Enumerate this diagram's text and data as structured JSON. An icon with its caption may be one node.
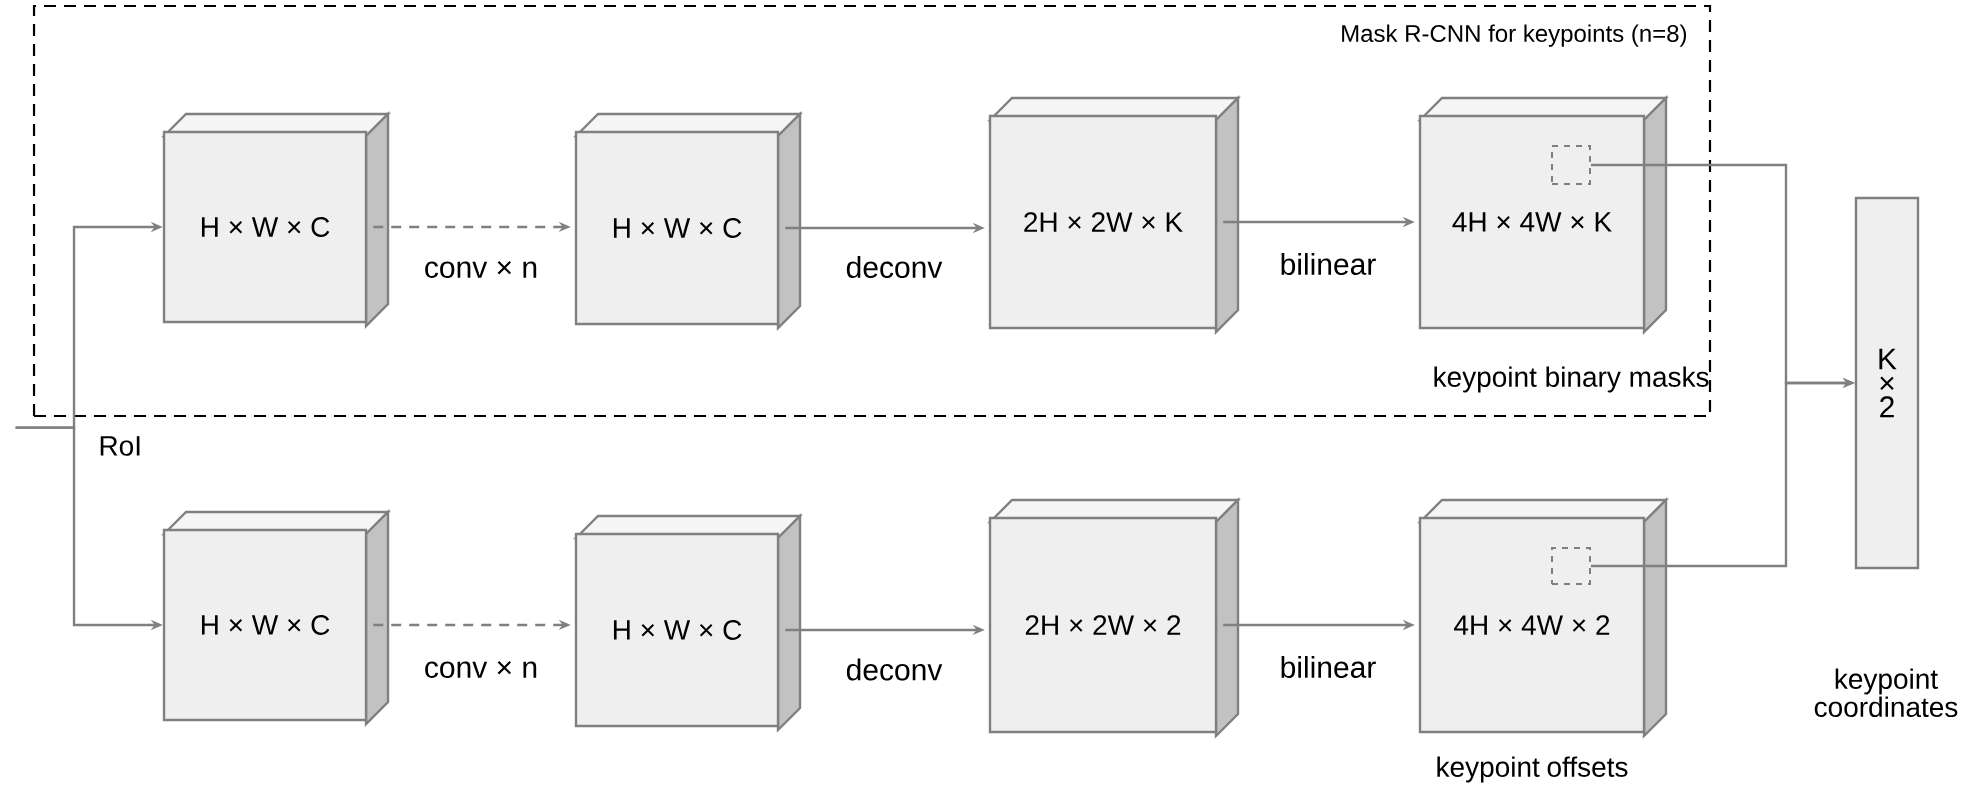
{
  "diagram": {
    "nodes": [
      {
        "text": [
          "Mask R-CNN for keypoints (n=8)"
        ]
      },
      {
        "text": [
          "H × W × C"
        ],
        "in": 0
      },
      {
        "text": [
          "H × W × C"
        ],
        "in": 0
      },
      {
        "text": [
          "2H × 2W × K"
        ],
        "in": 0
      },
      {
        "text": [
          "4H × 4W × K"
        ],
        "in": 0,
        "beside": [
          "keypoint binary masks"
        ]
      },
      {
        "text": [],
        "shape": "box",
        "in": 4
      },
      {
        "text": [
          "H × W × C"
        ]
      },
      {
        "text": [
          "H × W × C"
        ]
      },
      {
        "text": [
          "2H × 2W × 2"
        ]
      },
      {
        "text": [
          "4H × 4W × 2"
        ],
        "beside": [
          "keypoint offsets"
        ]
      },
      {
        "text": [],
        "shape": "box",
        "in": 9
      },
      {
        "text": [
          "K × 2"
        ],
        "beside": [
          "keypoint coordinates"
        ]
      },
      {
        "text": [
          "RoI"
        ]
      }
    ],
    "edges": [
      {
        "from": 12,
        "to": 1,
        "arrow": "to"
      },
      {
        "from": 12,
        "to": 6,
        "arrow": "to"
      },
      {
        "from": 1,
        "to": 2,
        "arrow": "to",
        "label": "conv × n",
        "style": "dashed"
      },
      {
        "from": 2,
        "to": 3,
        "arrow": "to",
        "label": "deconv"
      },
      {
        "from": 3,
        "to": 4,
        "arrow": "to",
        "label": "bilinear"
      },
      {
        "from": 6,
        "to": 7,
        "arrow": "to",
        "label": "conv × n",
        "style": "dashed"
      },
      {
        "from": 7,
        "to": 8,
        "arrow": "to",
        "label": "deconv"
      },
      {
        "from": 8,
        "to": 9,
        "arrow": "to",
        "label": "bilinear"
      },
      {
        "from": 5,
        "to": 11,
        "arrow": "to"
      },
      {
        "from": 10,
        "to": 11,
        "arrow": "to"
      }
    ]
  }
}
